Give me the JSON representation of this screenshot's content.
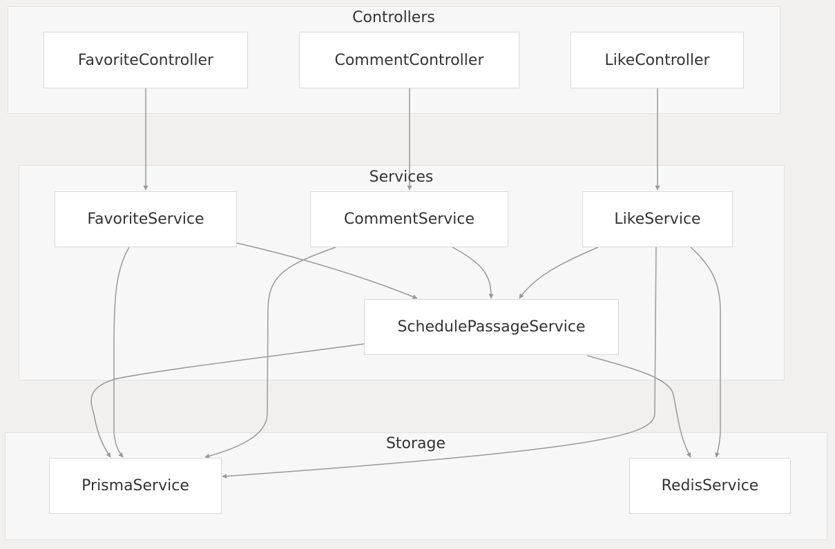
{
  "groups": {
    "controllers": {
      "title": "Controllers"
    },
    "services": {
      "title": "Services"
    },
    "storage": {
      "title": "Storage"
    }
  },
  "nodes": {
    "favorite_controller": "FavoriteController",
    "comment_controller": "CommentController",
    "like_controller": "LikeController",
    "favorite_service": "FavoriteService",
    "comment_service": "CommentService",
    "like_service": "LikeService",
    "schedule_passage_service": "SchedulePassageService",
    "prisma_service": "PrismaService",
    "redis_service": "RedisService"
  },
  "edges": [
    {
      "from": "FavoriteController",
      "to": "FavoriteService"
    },
    {
      "from": "CommentController",
      "to": "CommentService"
    },
    {
      "from": "LikeController",
      "to": "LikeService"
    },
    {
      "from": "FavoriteService",
      "to": "SchedulePassageService"
    },
    {
      "from": "CommentService",
      "to": "SchedulePassageService"
    },
    {
      "from": "LikeService",
      "to": "SchedulePassageService"
    },
    {
      "from": "FavoriteService",
      "to": "PrismaService"
    },
    {
      "from": "CommentService",
      "to": "PrismaService"
    },
    {
      "from": "LikeService",
      "to": "PrismaService"
    },
    {
      "from": "LikeService",
      "to": "RedisService"
    },
    {
      "from": "SchedulePassageService",
      "to": "PrismaService"
    },
    {
      "from": "SchedulePassageService",
      "to": "RedisService"
    }
  ],
  "colors": {
    "background": "#f1f0ee",
    "group_fill": "#f7f7f7",
    "group_border": "#e2e2e2",
    "node_fill": "#ffffff",
    "node_border": "#d9d9d9",
    "edge": "#999999",
    "text": "#333333"
  }
}
